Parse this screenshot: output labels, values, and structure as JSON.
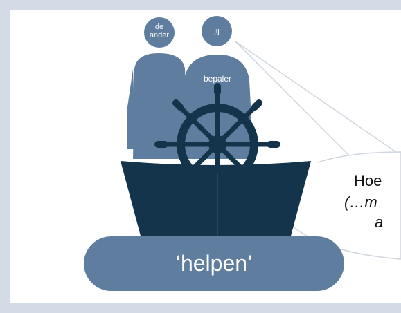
{
  "people": {
    "other": {
      "line1": "de",
      "line2": "ander"
    },
    "you": {
      "name": "jij"
    },
    "role": "bepaler"
  },
  "speech": {
    "line1": "Hoe",
    "line2": "(…m",
    "line3": "a"
  },
  "pill": {
    "label": "‘helpen’"
  },
  "colors": {
    "figure": "#5f7d9e",
    "boat": "#13344b",
    "background": "#d3dbe6"
  }
}
